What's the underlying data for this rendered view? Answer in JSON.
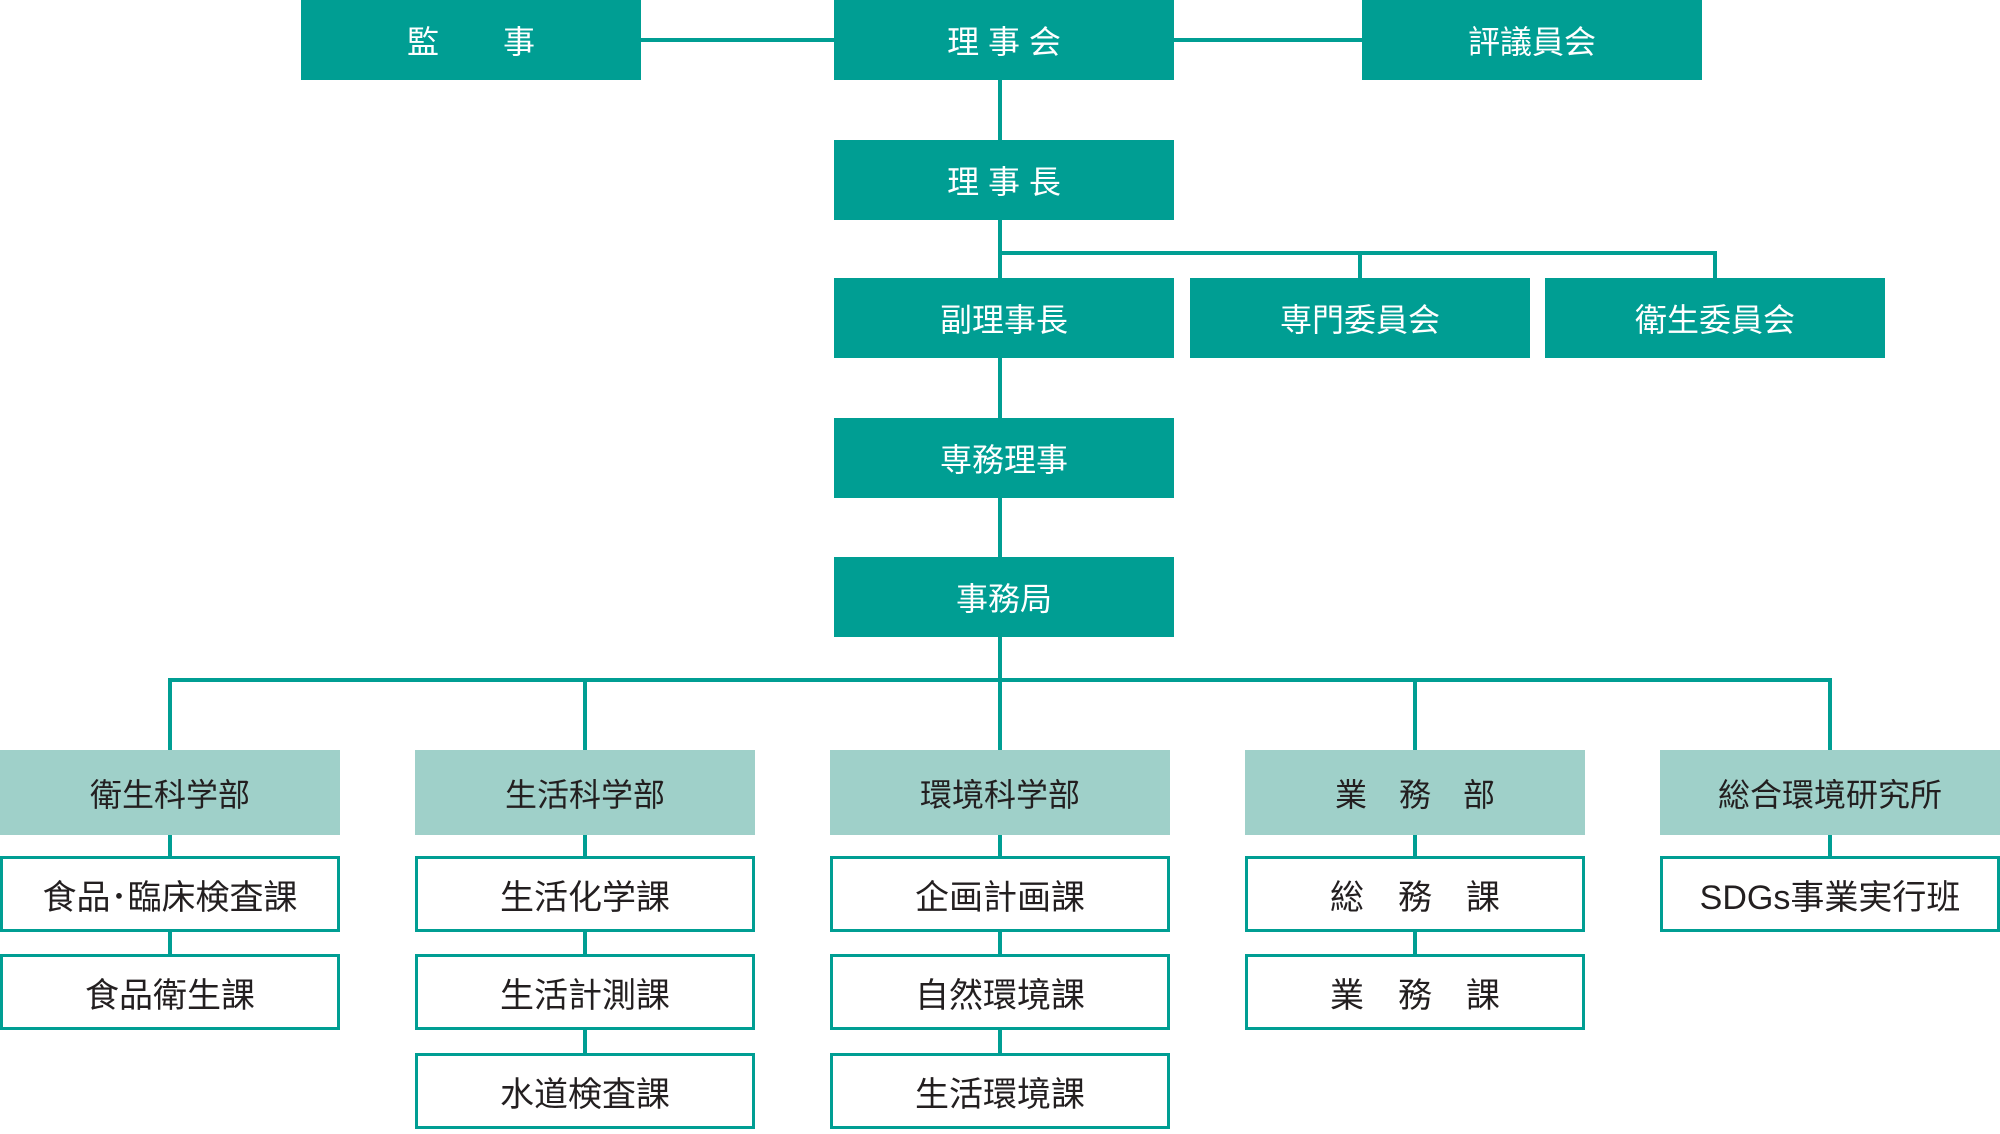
{
  "org_chart": {
    "top_row": {
      "auditor": "監　　事",
      "board_of_directors": "理 事 会",
      "board_of_councilors": "評議員会"
    },
    "executive_line": {
      "president": "理 事 長",
      "vice_president": "副理事長",
      "expert_committee": "専門委員会",
      "hygiene_committee": "衛生委員会",
      "executive_director": "専務理事",
      "secretariat": "事務局"
    },
    "departments": [
      {
        "name": "衛生科学部",
        "sections": [
          "食品･臨床検査課",
          "食品衛生課"
        ]
      },
      {
        "name": "生活科学部",
        "sections": [
          "生活化学課",
          "生活計測課",
          "水道検査課"
        ]
      },
      {
        "name": "環境科学部",
        "sections": [
          "企画計画課",
          "自然環境課",
          "生活環境課"
        ]
      },
      {
        "name": "業　務　部",
        "sections": [
          "総　務　課",
          "業　務　課"
        ]
      },
      {
        "name": "総合環境研究所",
        "sections": [
          "SDGs事業実行班"
        ]
      }
    ],
    "colors": {
      "teal": "#009E93",
      "light_teal": "#9FD0C9",
      "text_dark": "#231F20",
      "text_light": "#FFFFFF"
    }
  }
}
